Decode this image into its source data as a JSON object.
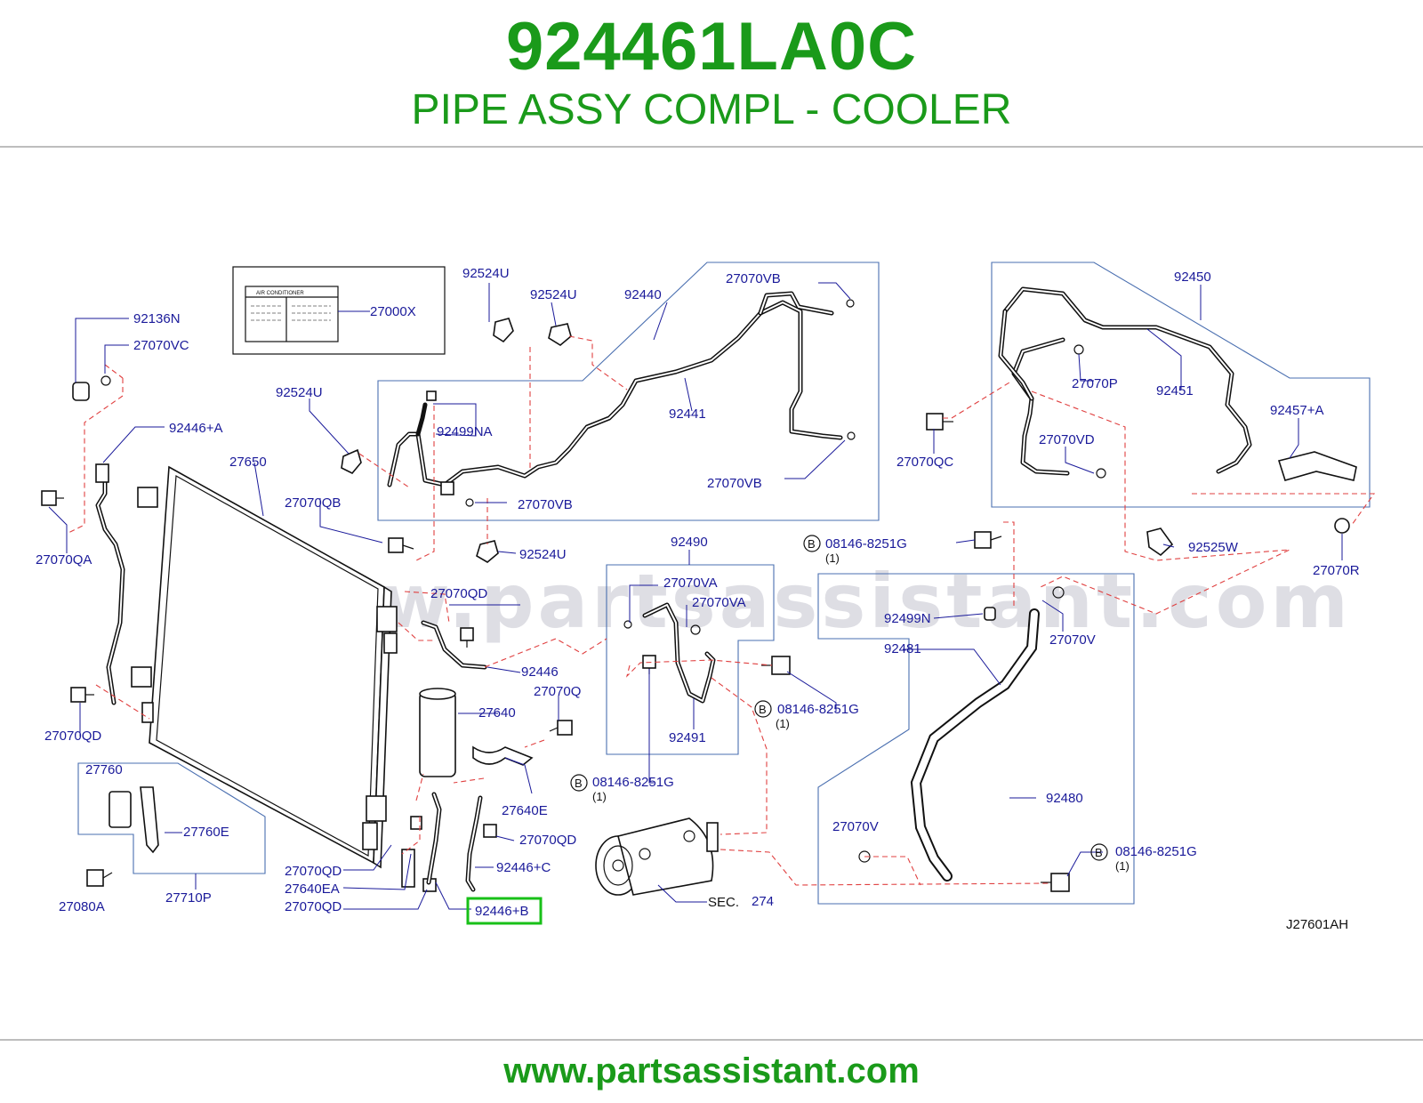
{
  "header": {
    "part_number": "924461LA0C",
    "part_name": "PIPE ASSY COMPL - COOLER"
  },
  "diagram": {
    "watermark": "www.partsassistant.com",
    "label_sticker_caption": "AIR     CONDITIONER",
    "callouts": {
      "c_92524U_a": "92524U",
      "c_92524U_b": "92524U",
      "c_92440": "92440",
      "c_27070VB_a": "27070VB",
      "c_92136N": "92136N",
      "c_27000X": "27000X",
      "c_27070VC": "27070VC",
      "c_92524U_c": "92524U",
      "c_92499NA": "92499NA",
      "c_92441": "92441",
      "c_92446A": "92446+A",
      "c_27650": "27650",
      "c_27070VB_b": "27070VB",
      "c_27070VB_c": "27070VB",
      "c_27070QB": "27070QB",
      "c_27070QA": "27070QA",
      "c_92524U_d": "92524U",
      "c_92450": "92450",
      "c_92451": "92451",
      "c_27070P": "27070P",
      "c_92457A": "92457+A",
      "c_27070QC": "27070QC",
      "c_27070VD": "27070VD",
      "c_92490": "92490",
      "c_08146_a": "08146-8251G",
      "c_08146_a_qty": "(1)",
      "c_92525W": "92525W",
      "c_27070R": "27070R",
      "c_27070VA_a": "27070VA",
      "c_27070QD_a": "27070QD",
      "c_27070VA_b": "27070VA",
      "c_92499N": "92499N",
      "c_27070V_a": "27070V",
      "c_92481": "92481",
      "c_92446": "92446",
      "c_27070Q": "27070Q",
      "c_27640": "27640",
      "c_08146_b": "08146-8251G",
      "c_08146_b_qty": "(1)",
      "c_27070QD_b": "27070QD",
      "c_92491": "92491",
      "c_27760": "27760",
      "c_08146_c": "08146-8251G",
      "c_08146_c_qty": "(1)",
      "c_27640E": "27640E",
      "c_92480": "92480",
      "c_27760E": "27760E",
      "c_27070QD_c": "27070QD",
      "c_27070V_b": "27070V",
      "c_08146_d": "08146-8251G",
      "c_08146_d_qty": "(1)",
      "c_27070QD_d": "27070QD",
      "c_92446C": "92446+C",
      "c_27640EA": "27640EA",
      "c_27070QD_e": "27070QD",
      "c_27080A": "27080A",
      "c_27710P": "27710P",
      "c_92446B": "92446+B",
      "c_sec": "SEC.",
      "c_sec_num": "274",
      "c_ref": "J27601AH"
    },
    "bolt_marker": "B",
    "highlighted_part": "92446+B",
    "highlight_color": "#18c018"
  },
  "footer": {
    "url": "www.partsassistant.com"
  },
  "colors": {
    "brand_green": "#1a9a1a",
    "callout_blue": "#1a1a9a",
    "leader_red": "#e04040"
  }
}
